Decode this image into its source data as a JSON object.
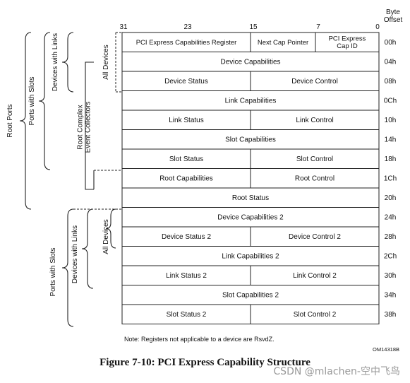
{
  "bit_labels": [
    "31",
    "23",
    "15",
    "7",
    "0"
  ],
  "byte_offset_header": [
    "Byte",
    "Offset"
  ],
  "rows": [
    {
      "offset": "00h",
      "cells": [
        "PCI Express Capabilities Register",
        "Next Cap Pointer",
        "PCI Express\nCap ID"
      ]
    },
    {
      "offset": "04h",
      "cells": [
        "Device Capabilities"
      ]
    },
    {
      "offset": "08h",
      "cells": [
        "Device Status",
        "Device Control"
      ]
    },
    {
      "offset": "0Ch",
      "cells": [
        "Link Capabilities"
      ]
    },
    {
      "offset": "10h",
      "cells": [
        "Link Status",
        "Link Control"
      ]
    },
    {
      "offset": "14h",
      "cells": [
        "Slot Capabilities"
      ]
    },
    {
      "offset": "18h",
      "cells": [
        "Slot Status",
        "Slot Control"
      ]
    },
    {
      "offset": "1Ch",
      "cells": [
        "Root Capabilities",
        "Root Control"
      ]
    },
    {
      "offset": "20h",
      "cells": [
        "Root Status"
      ]
    },
    {
      "offset": "24h",
      "cells": [
        "Device Capabilities 2"
      ]
    },
    {
      "offset": "28h",
      "cells": [
        "Device Status 2",
        "Device Control 2"
      ]
    },
    {
      "offset": "2Ch",
      "cells": [
        "Link Capabilities 2"
      ]
    },
    {
      "offset": "30h",
      "cells": [
        "Link Status 2",
        "Link Control 2"
      ]
    },
    {
      "offset": "34h",
      "cells": [
        "Slot Capabilities 2"
      ]
    },
    {
      "offset": "38h",
      "cells": [
        "Slot Status 2",
        "Slot Control 2"
      ]
    }
  ],
  "brackets": {
    "root_ports": "Root Ports",
    "ports_with_slots_1": "Ports with Slots",
    "devices_with_links_1": "Devices with Links",
    "all_devices_1": "All Devices",
    "root_complex": "Root Complex\nEvent Collectors",
    "ports_with_slots_2": "Ports with Slots",
    "devices_with_links_2": "Devices with Links",
    "all_devices_2": "All Devices"
  },
  "note": "Note:  Registers not applicable to a device are RsvdZ.",
  "figure_id": "OM14318B",
  "caption": "Figure 7-10:  PCI Express Capability Structure",
  "watermark": "CSDN @mlachen-空中飞鸟"
}
